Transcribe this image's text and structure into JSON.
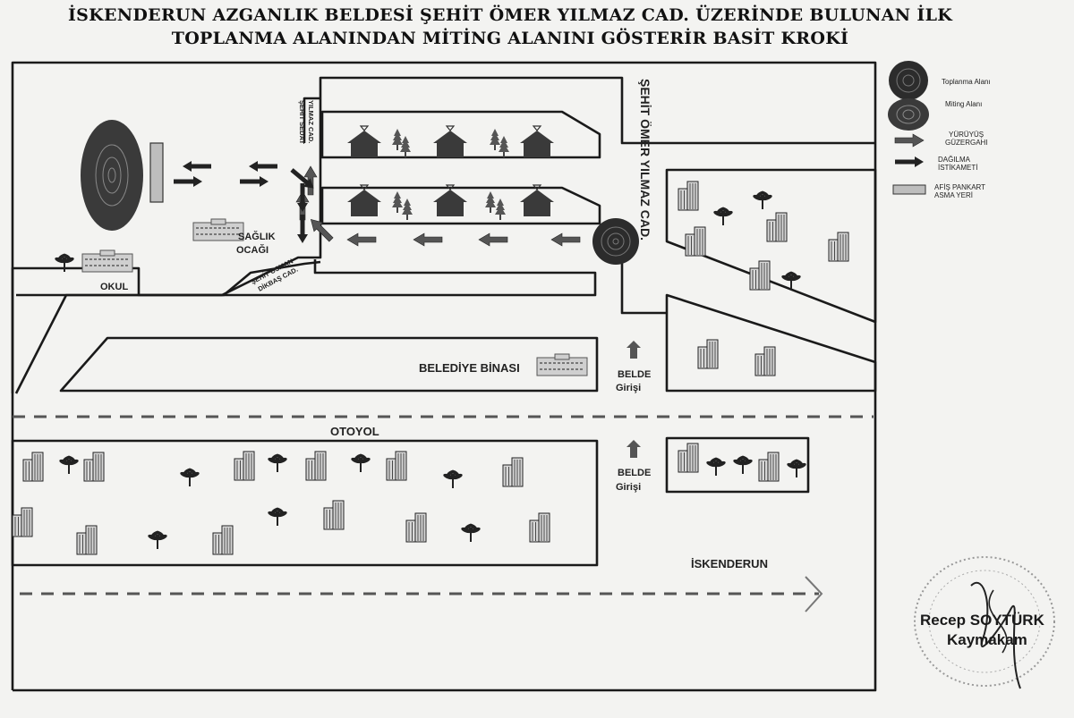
{
  "header": {
    "line1": "İSKENDERUN AZGANLIK BELDESİ ŞEHİT ÖMER YILMAZ CAD. ÜZERİNDE BULUNAN İLK",
    "line2": "TOPLANMA ALANINDAN MİTİNG ALANINI GÖSTERİR BASİT KROKİ"
  },
  "map": {
    "labels": {
      "main_street": "ŞEHİT ÖMER YILMAZ CAD.",
      "sedat_line1": "ŞEHİT SEDAT",
      "sedat_line2": "YILMAZ CAD.",
      "osman_line1": "ŞEHİT OSMAN",
      "osman_line2": "DİKBAŞ CAD.",
      "saglik_line1": "SAĞLIK",
      "saglik_line2": "OCAĞI",
      "okul": "OKUL",
      "belediye": "BELEDİYE BİNASI",
      "belde1_line1": "BELDE",
      "belde1_line2": "Girişi",
      "belde2_line1": "BELDE",
      "belde2_line2": "Girişi",
      "otoyol": "OTOYOL",
      "iskenderun": "İSKENDERUN"
    }
  },
  "legend": {
    "toplanma": "Toplanma Alanı",
    "miting": "Miting Alanı",
    "yuruyus_line1": "YÜRÜYÜŞ",
    "yuruyus_line2": "GÜZERGAHI",
    "dagilma_line1": "DAĞILMA",
    "dagilma_line2": "İSTİKAMETİ",
    "afis_line1": "AFİŞ PANKART",
    "afis_line2": "ASMA YERİ"
  },
  "signature": {
    "name": "Recep SOYTÜRK",
    "title": "Kaymakam"
  }
}
